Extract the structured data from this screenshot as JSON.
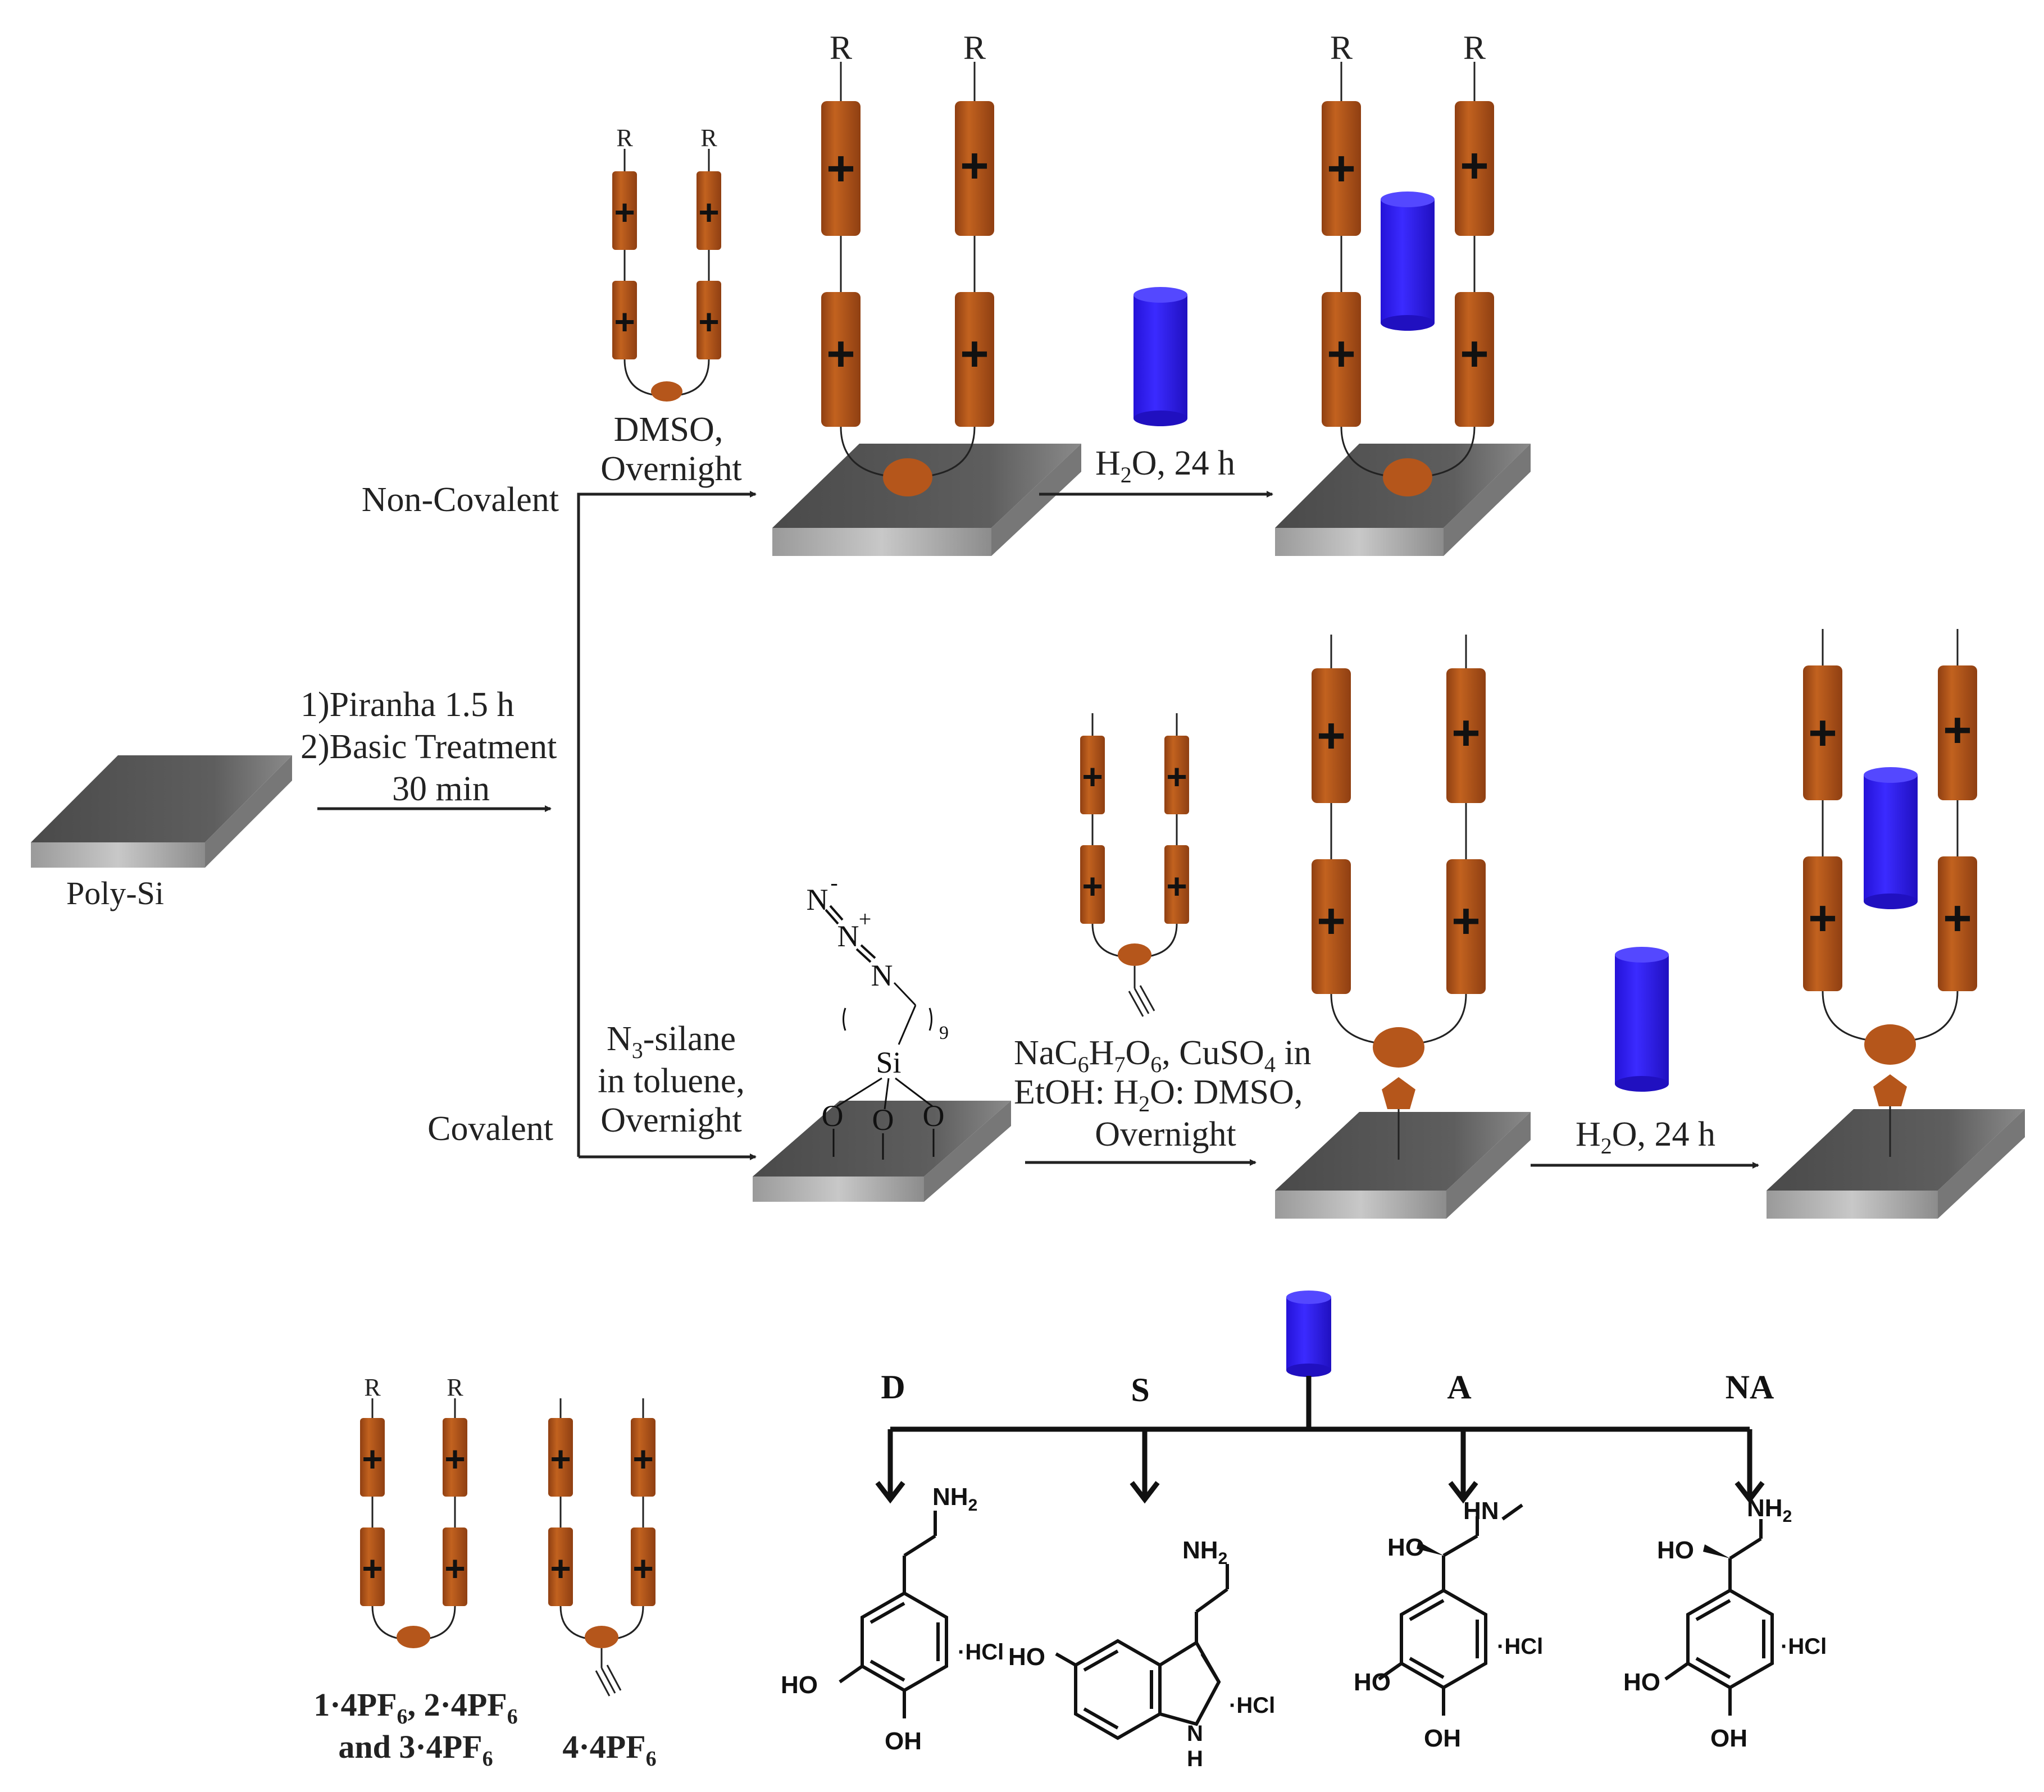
{
  "labels": {
    "poly_si": "Poly-Si",
    "step1_line1": "1)Piranha 1.5 h",
    "step1_line2": "2)Basic Treatment",
    "step1_line3": "30 min",
    "non_covalent": "Non-Covalent",
    "covalent": "Covalent",
    "dmso_line1": "DMSO,",
    "dmso_line2": "Overnight",
    "h2o_top": "H",
    "h2o_top_rest": "O, 24 h",
    "h2o_bottom": "H",
    "h2o_bottom_rest": "O, 24 h",
    "silane_line1_n": "N",
    "silane_line1_rest": "-silane",
    "silane_line2": "in toluene,",
    "silane_line3": "Overnight",
    "click_line1": "NaC",
    "click_line1_h": "H",
    "click_line1_o": "O",
    "click_line1_rest": ", CuSO",
    "click_line1_end": " in",
    "click_line2": "EtOH: H",
    "click_line2_rest": "O: DMSO,",
    "click_line3": "Overnight",
    "r": "R",
    "plus": "+",
    "si": "Si",
    "o": "O",
    "n": "N",
    "n_minus": "-",
    "n_plus": "+",
    "chain_n": "9",
    "sub_2": "2",
    "sub_3": "3",
    "sub_4": "4",
    "sub_6": "6",
    "sub_7": "7",
    "compound_line1": "1·4PF",
    "compound_line1_mid": ", 2·4PF",
    "compound_line2": "and 3·4PF",
    "compound_4": "4·4PF",
    "analyte_d": "D",
    "analyte_s": "S",
    "analyte_a": "A",
    "analyte_na": "NA",
    "nh2": "NH",
    "hn": "HN",
    "ho": "HO",
    "oh": "OH",
    "hcl": "·HCl",
    "h_indole": "H",
    "n_indole": "N"
  },
  "colors": {
    "cylinder": "#b5561b",
    "cylinder_dark": "#8c3f10",
    "host": "#2f1fff",
    "host_dark": "#1a10b0",
    "substrate_top": "#5a5a5a",
    "substrate_side": "#b0b0b0"
  }
}
